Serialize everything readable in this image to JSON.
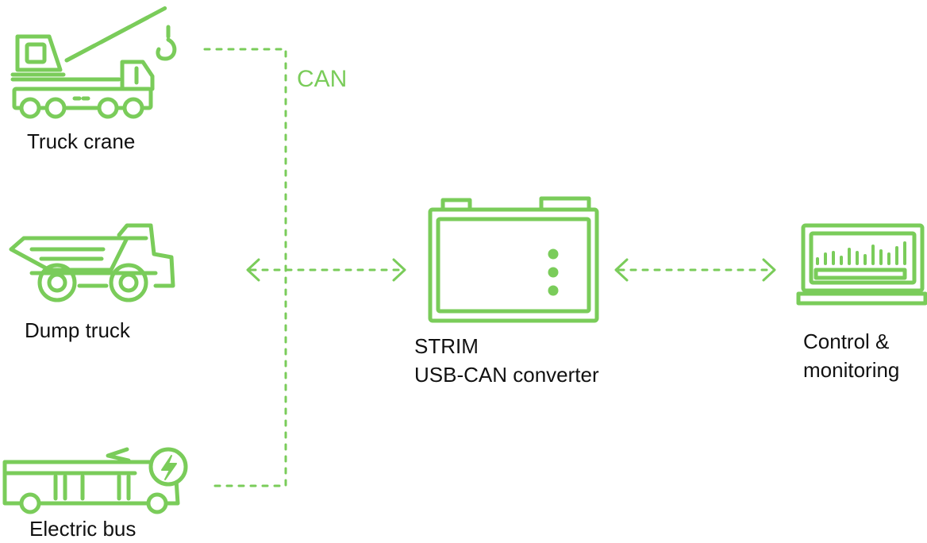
{
  "colors": {
    "accent": "#7acc5a",
    "text": "#111111",
    "background": "#ffffff"
  },
  "bus_label": "CAN",
  "nodes": {
    "truck_crane": {
      "label": "Truck crane",
      "icon": "truck-crane-icon"
    },
    "dump_truck": {
      "label": "Dump truck",
      "icon": "dump-truck-icon"
    },
    "electric_bus": {
      "label": "Electric bus",
      "icon": "electric-bus-icon"
    },
    "converter": {
      "label_line1": "STRIM",
      "label_line2": "USB-CAN converter",
      "icon": "usb-can-converter-icon"
    },
    "laptop": {
      "label_line1": "Control &",
      "label_line2": "monitoring",
      "icon": "laptop-icon"
    }
  },
  "links": [
    {
      "from": "truck_crane",
      "to": "can_bus",
      "style": "dashed"
    },
    {
      "from": "electric_bus",
      "to": "can_bus",
      "style": "dashed"
    },
    {
      "from": "can_bus",
      "to": "converter",
      "style": "dashed",
      "arrows": "both"
    },
    {
      "from": "converter",
      "to": "laptop",
      "style": "dashed",
      "arrows": "both"
    }
  ]
}
